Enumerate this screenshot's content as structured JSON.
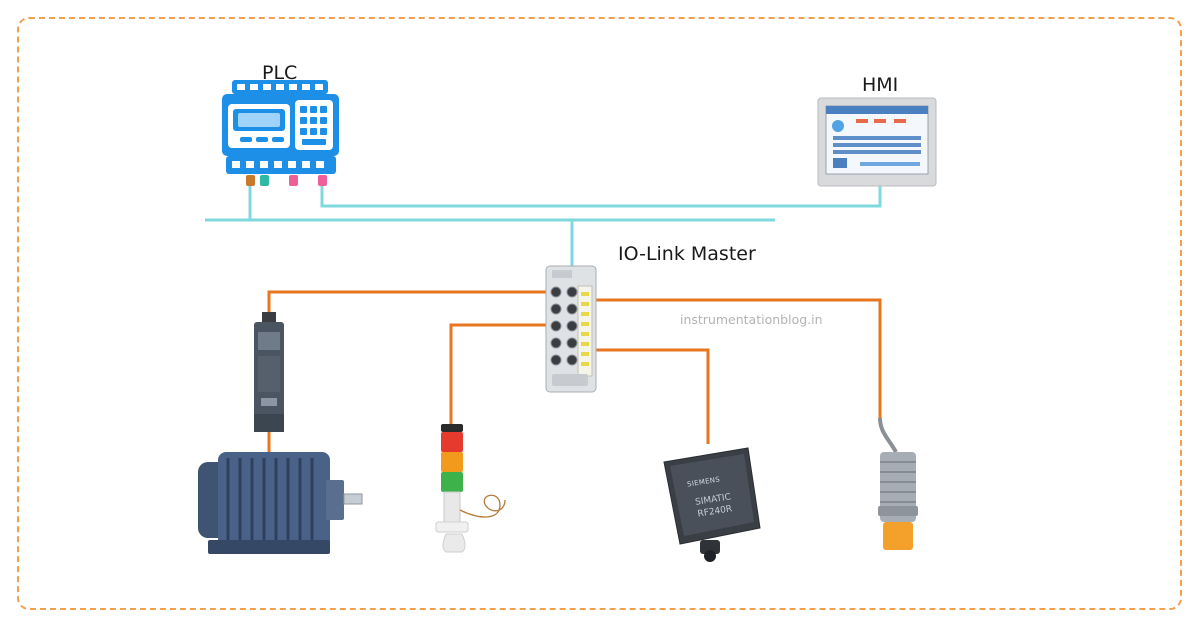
{
  "labels": {
    "plc": "PLC",
    "hmi": "HMI",
    "io_link_master": "IO-Link Master",
    "watermark": "instrumentationblog.in"
  },
  "devices": {
    "rfid_brand": "SIEMENS",
    "rfid_model": "SIMATIC RF240R"
  },
  "colors": {
    "frame": "#f0a04e",
    "network_bus": "#7fd8df",
    "io_link_cable": "#e8761f",
    "plc_body": "#1e8fe6",
    "stack_light_red": "#e63a2e",
    "stack_light_orange": "#f29a1b",
    "stack_light_green": "#3eb24a",
    "sensor_tip": "#f3a12b"
  }
}
